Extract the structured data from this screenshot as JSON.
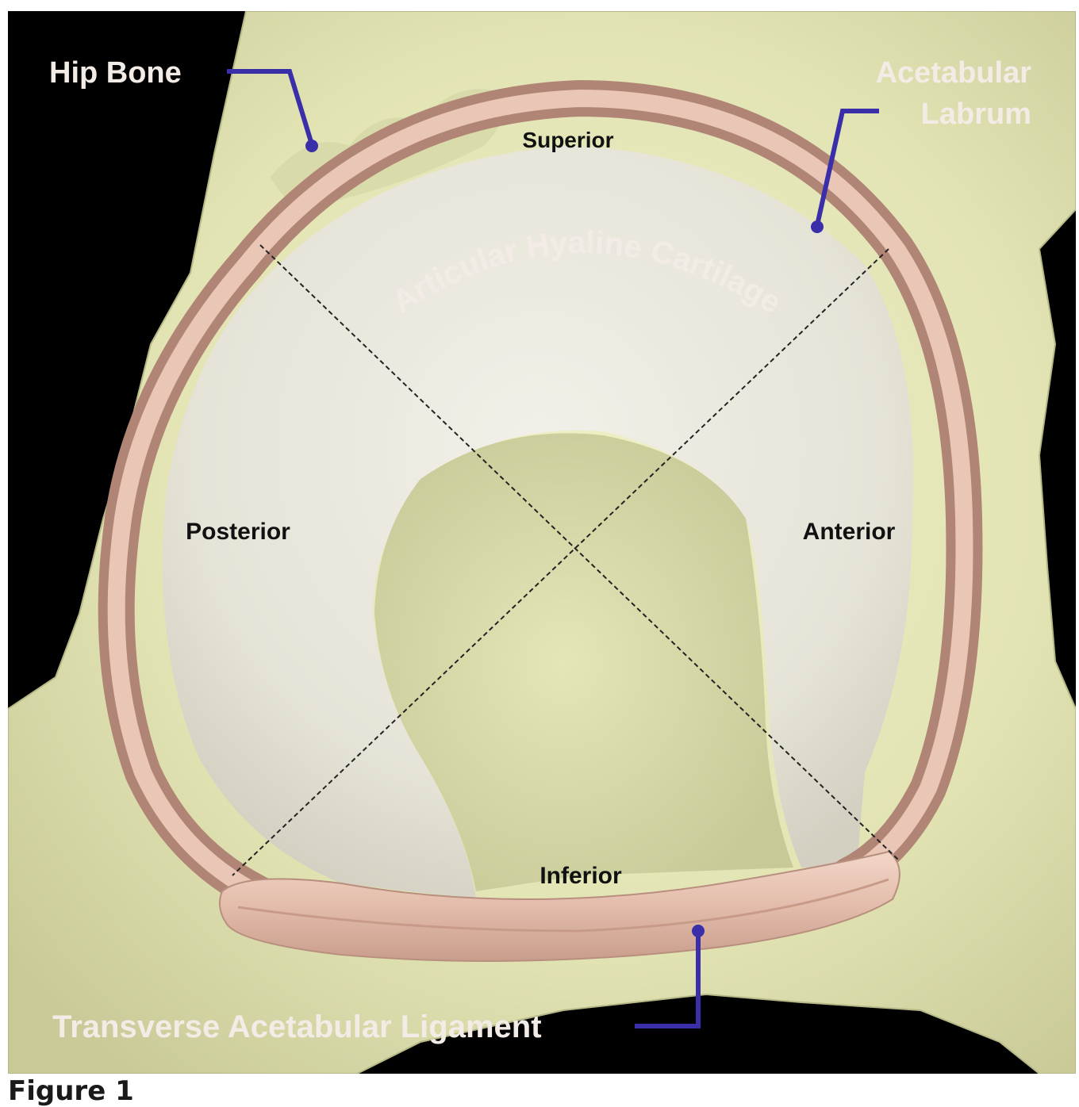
{
  "figure": {
    "caption": "Figure 1",
    "labels": {
      "hip_bone": "Hip Bone",
      "acetabular_labrum_line1": "Acetabular",
      "acetabular_labrum_line2": "Labrum",
      "articular_cartilage": "Articular Hyaline Cartilage",
      "superior": "Superior",
      "posterior": "Posterior",
      "anterior": "Anterior",
      "inferior": "Inferior",
      "transverse_ligament": "Transverse Acetabular Ligament"
    },
    "colors": {
      "background": "#000000",
      "bone": "#e3e4b4",
      "bone_shadow": "#c7c894",
      "cartilage": "#e8e6dc",
      "labrum": "#d9b0a0",
      "labrum_highlight": "#f1d2c4",
      "leader_line": "#3a2fa8",
      "label_white": "#f3ece6",
      "label_dark": "#111111"
    }
  }
}
